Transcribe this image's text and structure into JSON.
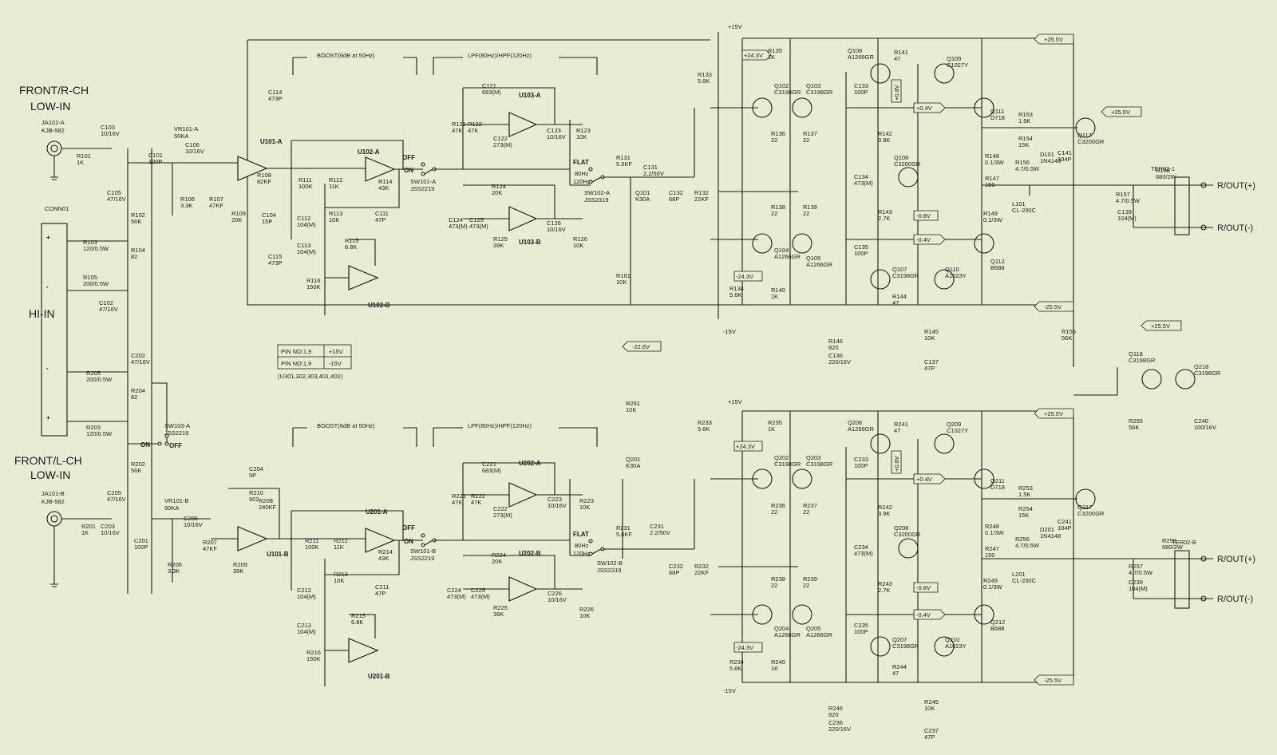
{
  "front_r": {
    "title": "FRONT/R-CH",
    "subtitle": "LOW-IN",
    "jack": "JA101-A",
    "jack_part": "KJB-582"
  },
  "front_l": {
    "title": "FRONT/L-CH",
    "subtitle": "LOW-IN",
    "jack": "JA101-B",
    "jack_part": "KJB-582"
  },
  "hi_in": {
    "label": "HI-IN",
    "connector": "CONN01",
    "pins": [
      "+",
      "-",
      "-",
      "+"
    ]
  },
  "sections": {
    "boost": "BOOST(6dB at 50Hz)",
    "lpf": "LPF(80Hz)/HPF(120Hz)"
  },
  "switches": {
    "off": "OFF",
    "on": "ON",
    "flat": "FLAT",
    "hz80": "80Hz",
    "hz120": "120Hz",
    "sw101a": "SW101-A",
    "sw101b": "SW101-B",
    "sw_part": "JSS2219",
    "sw102a": "SW102-A",
    "sw102b": "SW102-B",
    "sw102_part": "JSS2319",
    "sw103a": "SW103-A",
    "sw103_part": "JSS2219"
  },
  "pin_table": {
    "rows": [
      [
        "PIN NO:1,9",
        "+15V"
      ],
      [
        "PIN NO:1,9",
        "-15V"
      ]
    ],
    "note": "(U301,302,303,401,402)"
  },
  "rails": {
    "p15": "+15V",
    "m15": "-15V",
    "p25": "+25.5V",
    "m25": "-25.5V",
    "p24": "+24.3V",
    "m24": "-24.3V",
    "m22": "-22.6V",
    "p04": "+0.4V",
    "m04": "-0.4V",
    "m08": "-0.8V",
    "p08": "+0.8V"
  },
  "outputs": {
    "rpos": "R/OUT(+)",
    "rneg": "R/OUT(-)",
    "lpos": "R/OUT(+)",
    "lneg": "R/OUT(-)",
    "ter1": "TER02-1",
    "ter2": "TER02-B"
  },
  "opamps": [
    "U101-A",
    "U101-B",
    "U102-A",
    "U102-B",
    "U103-A",
    "U103-B",
    "U201-A",
    "U201-B",
    "U202-A",
    "U202-B"
  ],
  "vr": {
    "vr101a": "VR101-A",
    "vr101b": "VR101-B",
    "value": "50KA"
  },
  "r_top": [
    [
      "R101",
      "1K"
    ],
    [
      "C103",
      "10/16V"
    ],
    [
      "C101",
      "100P"
    ],
    [
      "C106",
      "10/16V"
    ],
    [
      "R106",
      "3.3K"
    ],
    [
      "R107",
      "47KF"
    ],
    [
      "R108",
      "82KF"
    ],
    [
      "R109",
      "20K"
    ],
    [
      "C104",
      "15P"
    ],
    [
      "C105",
      "47/16V"
    ],
    [
      "R102",
      "56K"
    ],
    [
      "R104",
      "82"
    ],
    [
      "R103",
      "120/0.5W"
    ],
    [
      "R105",
      "200/0.5W"
    ],
    [
      "C102",
      "47/16V"
    ],
    [
      "C114",
      "473P"
    ],
    [
      "C115",
      "473P"
    ],
    [
      "R111",
      "100K"
    ],
    [
      "R112",
      "11K"
    ],
    [
      "R113",
      "10K"
    ],
    [
      "R114",
      "43K"
    ],
    [
      "C111",
      "47P"
    ],
    [
      "C112",
      "104(M)"
    ],
    [
      "C113",
      "104(M)"
    ],
    [
      "R115",
      "6.8K"
    ],
    [
      "R116",
      "150K"
    ],
    [
      "C121",
      "683(M)"
    ],
    [
      "R121",
      "47K"
    ],
    [
      "R122",
      "47K"
    ],
    [
      "C122",
      "273(M)"
    ],
    [
      "C123",
      "10/16V"
    ],
    [
      "R123",
      "10K"
    ],
    [
      "R124",
      "20K"
    ],
    [
      "C124",
      "473(M)"
    ],
    [
      "C125",
      "473(M)"
    ],
    [
      "R125",
      "39K"
    ],
    [
      "C126",
      "10/16V"
    ],
    [
      "R126",
      "10K"
    ],
    [
      "R131",
      "5.6KF"
    ],
    [
      "C131",
      "2.2/50V"
    ],
    [
      "C132",
      "68P"
    ],
    [
      "R132",
      "22KF"
    ],
    [
      "Q101",
      "K30A"
    ],
    [
      "R161",
      "10K"
    ]
  ],
  "r_bot": [
    [
      "R201",
      "1K"
    ],
    [
      "C203",
      "10/16V"
    ],
    [
      "C201",
      "100P"
    ],
    [
      "C205",
      "47/16V"
    ],
    [
      "R202",
      "56K"
    ],
    [
      "R205",
      "200/0.5W"
    ],
    [
      "R203",
      "120/0.5W"
    ],
    [
      "C202",
      "47/16V"
    ],
    [
      "R204",
      "82"
    ],
    [
      "C206",
      "10/16V"
    ],
    [
      "R206",
      "3.3K"
    ],
    [
      "R207",
      "47KF"
    ],
    [
      "R208",
      "240KF"
    ],
    [
      "R209",
      "39K"
    ],
    [
      "C204",
      "5P"
    ],
    [
      "R210",
      "902"
    ],
    [
      "R211",
      "100K"
    ],
    [
      "R212",
      "11K"
    ],
    [
      "R213",
      "10K"
    ],
    [
      "R214",
      "43K"
    ],
    [
      "C211",
      "47P"
    ],
    [
      "C212",
      "104(M)"
    ],
    [
      "C213",
      "104(M)"
    ],
    [
      "R215",
      "6.8K"
    ],
    [
      "R216",
      "150K"
    ],
    [
      "C221",
      "683(M)"
    ],
    [
      "R221",
      "47K"
    ],
    [
      "R222",
      "47K"
    ],
    [
      "C222",
      "273(M)"
    ],
    [
      "C223",
      "10/16V"
    ],
    [
      "R223",
      "10K"
    ],
    [
      "R224",
      "20K"
    ],
    [
      "C224",
      "473(M)"
    ],
    [
      "C225",
      "473(M)"
    ],
    [
      "R225",
      "39K"
    ],
    [
      "C226",
      "10/16V"
    ],
    [
      "R226",
      "10K"
    ],
    [
      "R231",
      "5.6KF"
    ],
    [
      "C231",
      "2.2/50V"
    ],
    [
      "C232",
      "68P"
    ],
    [
      "R232",
      "22KF"
    ],
    [
      "Q201",
      "K30A"
    ],
    [
      "R261",
      "10K"
    ]
  ],
  "pwr_top": [
    [
      "R133",
      "5.6K"
    ],
    [
      "R135",
      "1K"
    ],
    [
      "Q102",
      "C3198GR"
    ],
    [
      "Q103",
      "C3198GR"
    ],
    [
      "Q106",
      "A1266GR"
    ],
    [
      "R141",
      "47"
    ],
    [
      "Q109",
      "C1027Y"
    ],
    [
      "C133",
      "100P"
    ],
    [
      "R136",
      "22"
    ],
    [
      "R137",
      "22"
    ],
    [
      "R142",
      "3.9K"
    ],
    [
      "Q108",
      "C3200GR"
    ],
    [
      "C134",
      "473(M)"
    ],
    [
      "R143",
      "2.7K"
    ],
    [
      "R138",
      "22"
    ],
    [
      "R139",
      "22"
    ],
    [
      "Q104",
      "A1266GR"
    ],
    [
      "Q105",
      "A1266GR"
    ],
    [
      "C135",
      "100P"
    ],
    [
      "Q107",
      "C3198GR"
    ],
    [
      "Q110",
      "A1023Y"
    ],
    [
      "R144",
      "47"
    ],
    [
      "R134",
      "5.6K"
    ],
    [
      "R140",
      "1K"
    ],
    [
      "R146",
      "820"
    ],
    [
      "C136",
      "220/16V"
    ],
    [
      "R145",
      "10K"
    ],
    [
      "C137",
      "47P"
    ],
    [
      "Q111",
      "D718"
    ],
    [
      "Q112",
      "B688"
    ],
    [
      "R148",
      "0.1/3W"
    ],
    [
      "R147",
      "150"
    ],
    [
      "R149",
      "0.1/3W"
    ],
    [
      "R153",
      "1.5K"
    ],
    [
      "R154",
      "15K"
    ],
    [
      "D101",
      "1N4148"
    ],
    [
      "C141",
      "104P"
    ],
    [
      "Q117",
      "C3200GR"
    ],
    [
      "R156",
      "4.7/0.5W"
    ],
    [
      "L101",
      "CL-200C"
    ],
    [
      "R158",
      "680/2W"
    ],
    [
      "R157",
      "4.7/0.5W"
    ],
    [
      "C139",
      "104(M)"
    ],
    [
      "R155",
      "56K"
    ],
    [
      "Q118",
      "C3198GR"
    ],
    [
      "Q218",
      "C3198GR"
    ],
    [
      "C240",
      "100/16V"
    ]
  ],
  "pwr_bot": [
    [
      "R233",
      "5.6K"
    ],
    [
      "R235",
      "1K"
    ],
    [
      "Q202",
      "C3198GR"
    ],
    [
      "Q203",
      "C3198GR"
    ],
    [
      "Q206",
      "A1266GR"
    ],
    [
      "R241",
      "47"
    ],
    [
      "Q209",
      "C1027Y"
    ],
    [
      "C233",
      "100P"
    ],
    [
      "R236",
      "22"
    ],
    [
      "R237",
      "22"
    ],
    [
      "R242",
      "3.9K"
    ],
    [
      "Q208",
      "C3200GR"
    ],
    [
      "C234",
      "473(M)"
    ],
    [
      "R243",
      "2.7K"
    ],
    [
      "R238",
      "22"
    ],
    [
      "R239",
      "22"
    ],
    [
      "Q204",
      "A1266GR"
    ],
    [
      "Q205",
      "A1266GR"
    ],
    [
      "C235",
      "100P"
    ],
    [
      "Q207",
      "C3198GR"
    ],
    [
      "Q210",
      "A1023Y"
    ],
    [
      "R244",
      "47"
    ],
    [
      "R234",
      "5.6K"
    ],
    [
      "R240",
      "1K"
    ],
    [
      "R246",
      "820"
    ],
    [
      "C236",
      "220/16V"
    ],
    [
      "R245",
      "10K"
    ],
    [
      "C237",
      "47P"
    ],
    [
      "Q211",
      "D718"
    ],
    [
      "Q212",
      "B688"
    ],
    [
      "R248",
      "0.1/3W"
    ],
    [
      "R247",
      "150"
    ],
    [
      "R249",
      "0.1/3W"
    ],
    [
      "R253",
      "1.5K"
    ],
    [
      "R254",
      "15K"
    ],
    [
      "D201",
      "1N4148"
    ],
    [
      "C241",
      "104P"
    ],
    [
      "Q217",
      "C3200GR"
    ],
    [
      "R256",
      "4.7/0.5W"
    ],
    [
      "L201",
      "CL-200C"
    ],
    [
      "R258",
      "680/2W"
    ],
    [
      "R257",
      "4.7/0.5W"
    ],
    [
      "C239",
      "104(M)"
    ],
    [
      "R255",
      "56K"
    ]
  ],
  "colors": {
    "background": "#e9ecd3",
    "ink": "#1a1a1a"
  }
}
